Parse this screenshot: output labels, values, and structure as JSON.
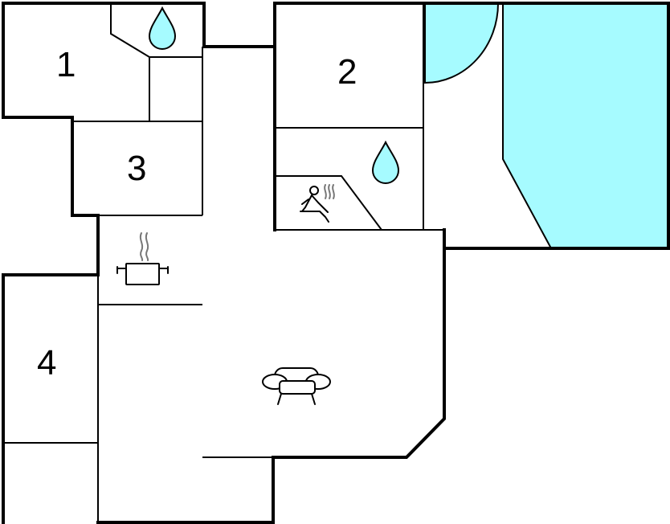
{
  "floorplan": {
    "rooms": [
      {
        "id": "room-1",
        "label": "1"
      },
      {
        "id": "room-2",
        "label": "2"
      },
      {
        "id": "room-3",
        "label": "3"
      },
      {
        "id": "room-4",
        "label": "4"
      }
    ],
    "icons": [
      {
        "id": "bathroom-1",
        "icon": "water-drop-icon"
      },
      {
        "id": "bathroom-2",
        "icon": "water-drop-icon"
      },
      {
        "id": "sauna",
        "icon": "sauna-icon"
      },
      {
        "id": "kitchen",
        "icon": "cooking-pot-icon"
      },
      {
        "id": "living-room",
        "icon": "sofa-icon"
      },
      {
        "id": "pool",
        "icon": "pool-area"
      }
    ],
    "colors": {
      "wall": "#000000",
      "water": "#a6fbff",
      "steam": "#777777",
      "background": "#ffffff"
    }
  }
}
